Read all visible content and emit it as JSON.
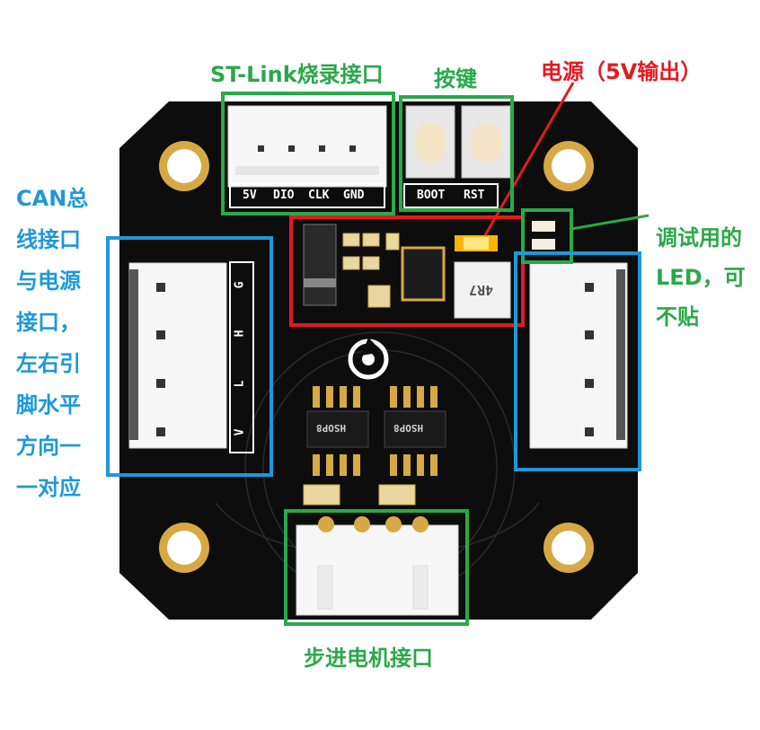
{
  "labels": {
    "st_link": "ST-Link烧录接口",
    "buttons": "按键",
    "power": "电源（5V输出）",
    "debug_led": "调试用的LED，可不贴",
    "can": "CAN总线接口与电源接口，左右引脚水平方向一一对应",
    "stepper": "步进电机接口"
  },
  "silkscreen": {
    "swd_pins": [
      "5V",
      "DIO",
      "CLK",
      "GND"
    ],
    "buttons": [
      "BOOT",
      "RST"
    ],
    "can_pins": [
      "G",
      "H",
      "L",
      "V"
    ],
    "inductor": "4R7",
    "chip_label": "HSOP8"
  },
  "colors": {
    "board": "#0d0d0d",
    "green": "#2aa84a",
    "blue": "#1e98d8",
    "red": "#e11b22",
    "gold": "#d7a944"
  }
}
